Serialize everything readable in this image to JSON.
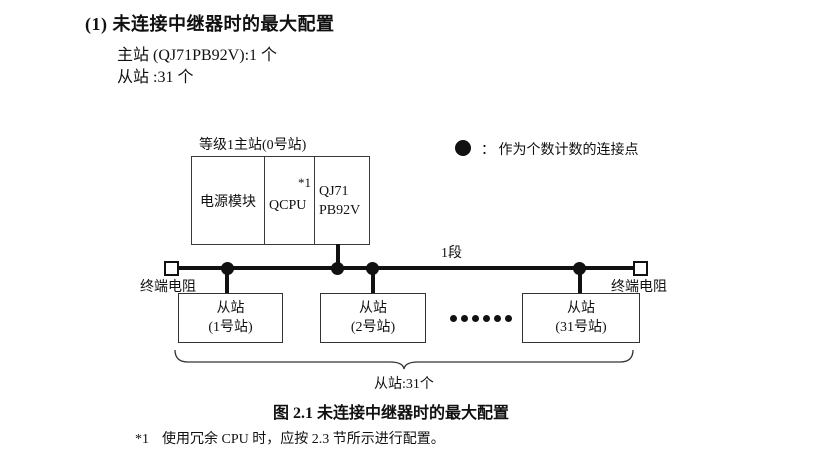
{
  "doc": {
    "heading": "(1) 未连接中继器时的最大配置",
    "master_count_line": "主站 (QJ71PB92V):1 个",
    "slave_count_line": "从站 :31 个",
    "caption": "图 2.1 未连接中继器时的最大配置",
    "footnote": {
      "marker": "*1",
      "text": "使用冗余 CPU 时，应按 2.3 节所示进行配置。"
    }
  },
  "diagram": {
    "master_station": {
      "label": "等级1主站(0号站)",
      "power_module": "电源模块",
      "cpu": "QCPU",
      "cpu_footnote_ref": "*1",
      "pb_module_line1": "QJ71",
      "pb_module_line2": "PB92V"
    },
    "legend": {
      "text": "：  作为个数计数的连接点"
    },
    "segment_label": "1段",
    "terminator_left": "终端电阻",
    "terminator_right": "终端电阻",
    "slaves": [
      {
        "line1": "从站",
        "line2": "(1号站)"
      },
      {
        "line1": "从站",
        "line2": "(2号站)"
      },
      {
        "line1": "从站",
        "line2": "(31号站)"
      }
    ],
    "ellipsis_dot_count": 6,
    "brace_label": "从站:31个",
    "colors": {
      "ink": "#111111",
      "box_border": "#3a3a3a"
    }
  }
}
